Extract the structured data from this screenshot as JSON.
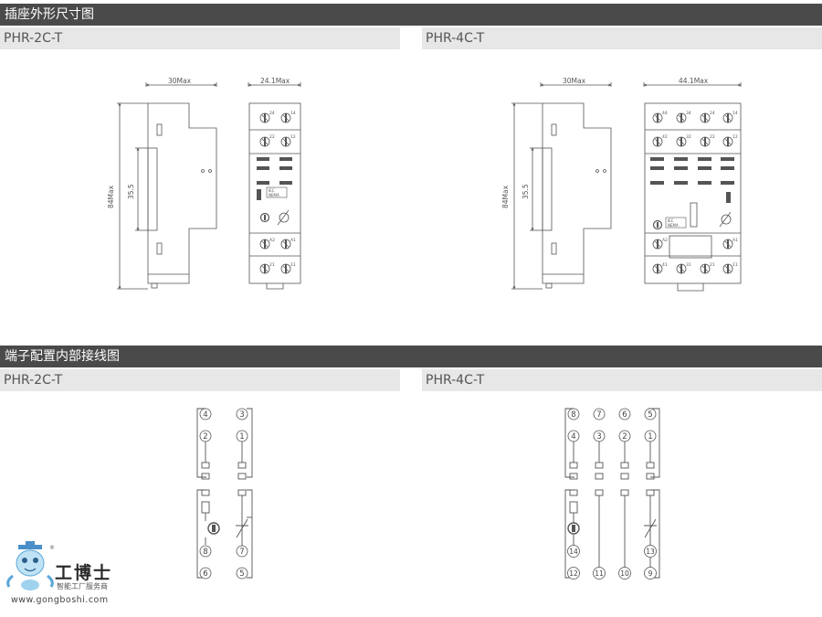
{
  "sections": [
    {
      "title": "插座外形尺寸图",
      "left_model": "PHR-2C-T",
      "right_model": "PHR-4C-T"
    },
    {
      "title": "端子配置内部接线图",
      "left_model": "PHR-2C-T",
      "right_model": "PHR-4C-T"
    }
  ],
  "dimensions": {
    "side_width": "30Max",
    "side_height": "84Max",
    "rail_height": "35.5",
    "front_width_2c": "24.1Max",
    "front_width_4c": "44.1Max"
  },
  "socket_labels": {
    "row1_2c": [
      "24",
      "14"
    ],
    "row2_2c": [
      "22",
      "12"
    ],
    "row1_4c": [
      "44",
      "34",
      "24",
      "14"
    ],
    "row2_4c": [
      "42",
      "32",
      "22",
      "12"
    ],
    "coil_a2": "A2",
    "coil_a1": "A1",
    "row_bottom_2c": [
      "21",
      "11"
    ],
    "row_bottom_4c": [
      "41",
      "31",
      "21",
      "11"
    ],
    "iec_label": "IEC",
    "nema_label": "NEMA"
  },
  "wiring_2c": {
    "top_terminals": [
      "4",
      "3"
    ],
    "upper_terminals": [
      "2",
      "1"
    ],
    "lower_terminals": [
      "8",
      "7"
    ],
    "bottom_terminals": [
      "6",
      "5"
    ]
  },
  "wiring_4c": {
    "top_terminals": [
      "8",
      "7",
      "6",
      "5"
    ],
    "upper_terminals": [
      "4",
      "3",
      "2",
      "1"
    ],
    "lower_terminals": [
      "14",
      "13"
    ],
    "bottom_terminals": [
      "12",
      "11",
      "10",
      "9"
    ]
  },
  "logo": {
    "name": "工博士",
    "tagline": "智能工厂服务商",
    "url": "www.gongboshi.com",
    "registered": "®"
  },
  "colors": {
    "header_bar": "#4a4a4a",
    "subheader": "#e7e7e7",
    "line": "#555555"
  }
}
